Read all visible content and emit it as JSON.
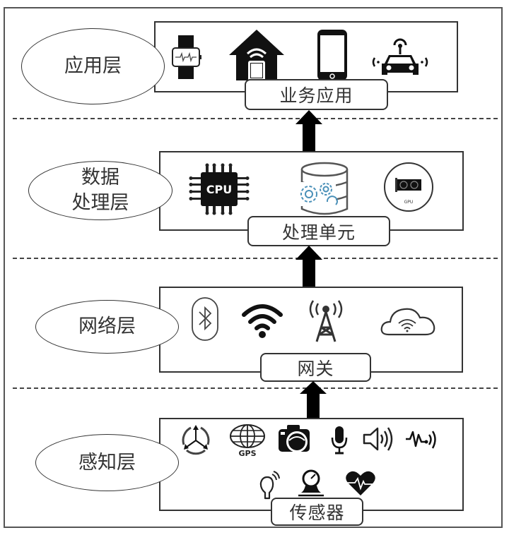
{
  "diagram": {
    "title": "IoT four-layer architecture",
    "layers": [
      {
        "name": "应用层",
        "unit": "业务应用",
        "icons": [
          "smartwatch-icon",
          "smart-home-icon",
          "smartphone-icon",
          "connected-car-icon"
        ]
      },
      {
        "name_line1": "数据",
        "name_line2": "处理层",
        "unit": "处理单元",
        "icons": [
          "cpu-chip-icon",
          "database-gears-icon",
          "gpu-card-icon"
        ],
        "cpu_text": "CPU",
        "gpu_text": "GPU"
      },
      {
        "name": "网络层",
        "unit": "网关",
        "icons": [
          "bluetooth-icon",
          "wifi-icon",
          "cell-tower-icon",
          "cloud-wifi-icon"
        ]
      },
      {
        "name": "感知层",
        "unit": "传感器",
        "icons": [
          "accelerometer-icon",
          "gps-globe-icon",
          "camera-icon",
          "microphone-icon",
          "speaker-icon",
          "vibration-signal-icon",
          "light-bulb-icon",
          "pressure-gauge-icon",
          "heart-rate-icon"
        ],
        "gps_text": "GPS"
      }
    ],
    "colors": {
      "line": "#333333",
      "gear_accent": "#4a90b8"
    }
  }
}
